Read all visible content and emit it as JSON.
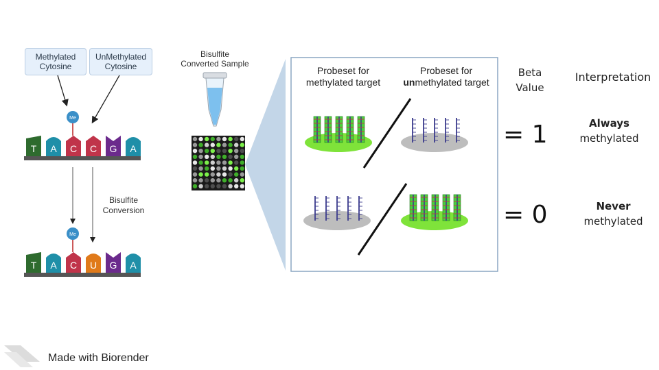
{
  "labels": {
    "methylated_cytosine": [
      "Methylated",
      "Cytosine"
    ],
    "unmethylated_cytosine": [
      "UnMethylated",
      "Cytosine"
    ],
    "bisulfite_sample": [
      "Bisulfite",
      "Converted Sample"
    ],
    "bisulfite_conversion": [
      "Bisulfite",
      "Conversion"
    ],
    "me_tag": "Me"
  },
  "sequence_top": [
    "T",
    "A",
    "C",
    "C",
    "G",
    "A"
  ],
  "sequence_bottom": [
    "T",
    "A",
    "C",
    "U",
    "G",
    "A"
  ],
  "base_colors": {
    "T": "#2e6b2e",
    "A": "#1f8fa8",
    "C": "#c0344a",
    "G": "#6b2a8c",
    "U": "#e07a1a"
  },
  "panel": {
    "header_methylated": [
      "Probeset for",
      "methylated target"
    ],
    "header_unmethylated_line1": "Probeset for",
    "header_unmethylated_bold": "un",
    "header_unmethylated_rest": "methylated target"
  },
  "beta_header": [
    "Beta",
    "Value"
  ],
  "interpretation_header": "Interpretation",
  "rows": [
    {
      "beta": "= 1",
      "bold": "Always",
      "text": "methylated"
    },
    {
      "beta": "= 0",
      "bold": "Never",
      "text": "methylated"
    }
  ],
  "footer": "Made with Biorender"
}
